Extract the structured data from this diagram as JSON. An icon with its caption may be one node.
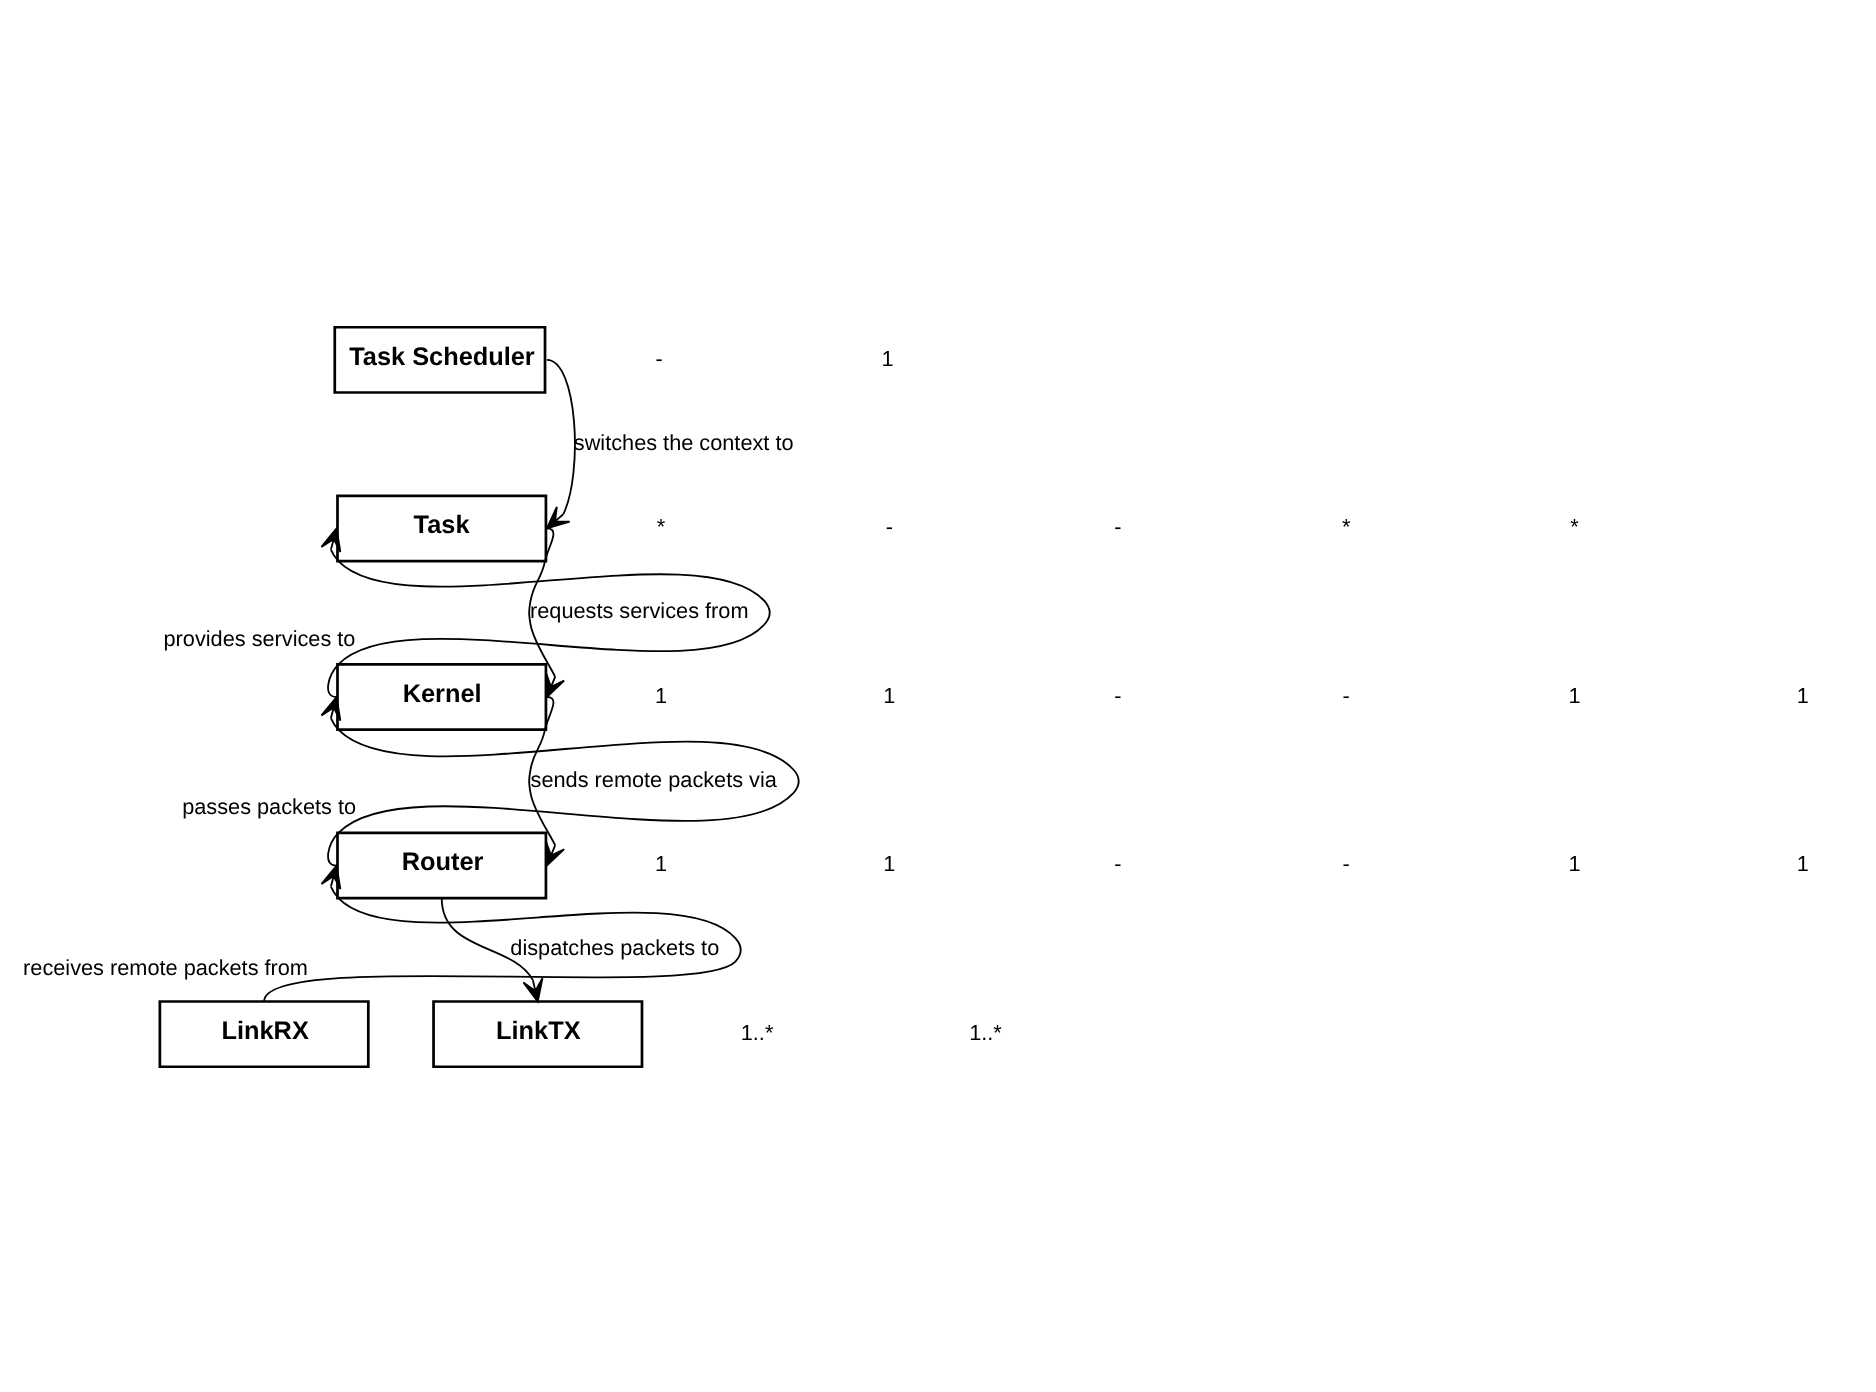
{
  "diagram": {
    "nodes": [
      {
        "text": [
          "Task Scheduler"
        ]
      },
      {
        "text": [
          "Task"
        ]
      },
      {
        "text": [
          "Kernel"
        ]
      },
      {
        "text": [
          "Router"
        ]
      },
      {
        "text": [
          "LinkRX"
        ]
      },
      {
        "text": [
          "LinkTX"
        ]
      }
    ],
    "edges": [
      {
        "from": 0,
        "to": 1,
        "arrow": "to",
        "label": "switches the context to"
      },
      {
        "from": 2,
        "to": 1,
        "arrow": "to",
        "label": "provides services to"
      },
      {
        "from": 1,
        "to": 2,
        "arrow": "to",
        "label": "requests services from"
      },
      {
        "from": 3,
        "to": 2,
        "arrow": "to",
        "label": "passes packets to"
      },
      {
        "from": 2,
        "to": 3,
        "arrow": "to",
        "label": "sends remote packets via"
      },
      {
        "from": 4,
        "to": 3,
        "arrow": "to",
        "label": "receives remote packets from"
      },
      {
        "from": 3,
        "to": 5,
        "arrow": "to",
        "label": "dispatches packets to"
      }
    ],
    "labels": [
      "-",
      "1",
      "*",
      "-",
      "-",
      "*",
      "*",
      "1",
      "1",
      "-",
      "-",
      "1",
      "1",
      "1",
      "1",
      "-",
      "-",
      "1",
      "1",
      "1..*",
      "1..*"
    ]
  }
}
